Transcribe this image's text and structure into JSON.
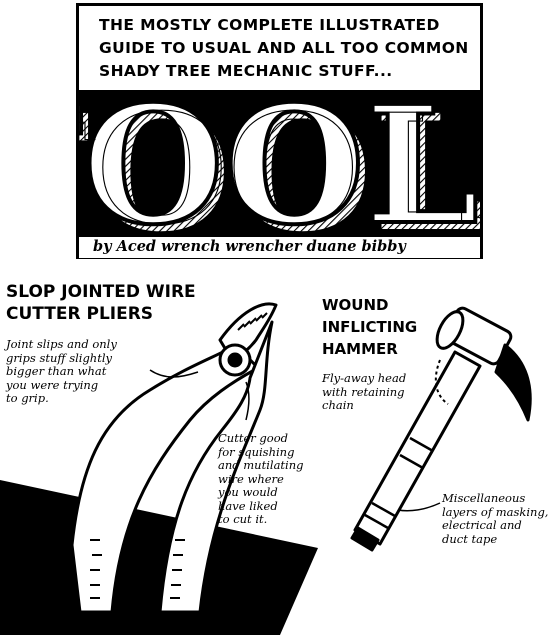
{
  "title_box": {
    "line1": "THE MOSTLY COMPLETE ILLUSTRATED",
    "line2": "GUIDE TO USUAL AND ALL TOO COMMON",
    "line3": "SHADY TREE MECHANIC  STUFF...",
    "main_title": "TOOLS",
    "byline": "by Aced wrench wrencher duane bibby"
  },
  "pliers": {
    "heading_line1": "SLOP JOINTED WIRE",
    "heading_line2": "CUTTER PLIERS",
    "note_joint": [
      "Joint slips and only",
      "grips stuff slightly",
      "bigger than what",
      "you were trying",
      "to grip."
    ],
    "note_cutter": [
      "Cutter good",
      "for squishing",
      "and mutilating",
      "wire where",
      "you would",
      "have liked",
      "to cut it."
    ]
  },
  "hammer": {
    "heading_line1": "WOUND",
    "heading_line2": "INFLICTING",
    "heading_line3": "HAMMER",
    "note_head": [
      "Fly-away head",
      "with retaining",
      "chain"
    ],
    "note_tape": [
      "Miscellaneous",
      "layers of masking,",
      "electrical and",
      "duct tape"
    ]
  }
}
